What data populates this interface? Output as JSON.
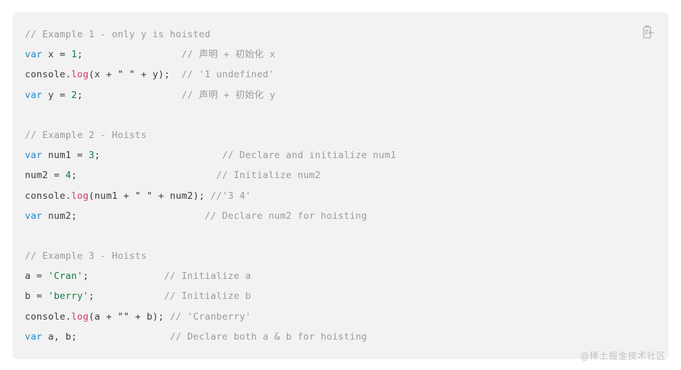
{
  "code_block": {
    "background_color": "#f2f2f2",
    "language": "javascript",
    "copy_button": {
      "icon": "clipboard-copy-icon",
      "label": ""
    },
    "colors": {
      "keyword": "#1e88d0",
      "number": "#0a7d3e",
      "string": "#0a7d3e",
      "method": "#d1395c",
      "comment": "#9a9a9a",
      "plain": "#3a3a3a",
      "background": "#f2f2f2",
      "page": "#ffffff"
    },
    "lines": [
      [
        {
          "t": "// Example 1 - only y is hoisted",
          "c": "comment"
        }
      ],
      [
        {
          "t": "var",
          "c": "keyword"
        },
        {
          "t": " x = ",
          "c": "plain"
        },
        {
          "t": "1",
          "c": "number"
        },
        {
          "t": ";",
          "c": "plain"
        },
        {
          "t": "                 ",
          "c": "plain"
        },
        {
          "t": "// 声明 + 初始化 x",
          "c": "comment"
        }
      ],
      [
        {
          "t": "console.",
          "c": "plain"
        },
        {
          "t": "log",
          "c": "method"
        },
        {
          "t": "(x + ",
          "c": "plain"
        },
        {
          "t": "\" \"",
          "c": "strlit"
        },
        {
          "t": " + y);",
          "c": "plain"
        },
        {
          "t": "  ",
          "c": "plain"
        },
        {
          "t": "// '1 undefined'",
          "c": "comment"
        }
      ],
      [
        {
          "t": "var",
          "c": "keyword"
        },
        {
          "t": " y = ",
          "c": "plain"
        },
        {
          "t": "2",
          "c": "number"
        },
        {
          "t": ";",
          "c": "plain"
        },
        {
          "t": "                 ",
          "c": "plain"
        },
        {
          "t": "// 声明 + 初始化 y",
          "c": "comment"
        }
      ],
      [],
      [
        {
          "t": "// Example 2 - Hoists",
          "c": "comment"
        }
      ],
      [
        {
          "t": "var",
          "c": "keyword"
        },
        {
          "t": " num1 = ",
          "c": "plain"
        },
        {
          "t": "3",
          "c": "number"
        },
        {
          "t": ";",
          "c": "plain"
        },
        {
          "t": "                     ",
          "c": "plain"
        },
        {
          "t": "// Declare and initialize num1",
          "c": "comment"
        }
      ],
      [
        {
          "t": "num2 = ",
          "c": "plain"
        },
        {
          "t": "4",
          "c": "number"
        },
        {
          "t": ";",
          "c": "plain"
        },
        {
          "t": "                        ",
          "c": "plain"
        },
        {
          "t": "// Initialize num2",
          "c": "comment"
        }
      ],
      [
        {
          "t": "console.",
          "c": "plain"
        },
        {
          "t": "log",
          "c": "method"
        },
        {
          "t": "(num1 + ",
          "c": "plain"
        },
        {
          "t": "\" \"",
          "c": "strlit"
        },
        {
          "t": " + num2);",
          "c": "plain"
        },
        {
          "t": " ",
          "c": "plain"
        },
        {
          "t": "//'3 4'",
          "c": "comment"
        }
      ],
      [
        {
          "t": "var",
          "c": "keyword"
        },
        {
          "t": " num2;",
          "c": "plain"
        },
        {
          "t": "                      ",
          "c": "plain"
        },
        {
          "t": "// Declare num2 for hoisting",
          "c": "comment"
        }
      ],
      [],
      [
        {
          "t": "// Example 3 - Hoists",
          "c": "comment"
        }
      ],
      [
        {
          "t": "a = ",
          "c": "plain"
        },
        {
          "t": "'Cran'",
          "c": "string"
        },
        {
          "t": ";",
          "c": "plain"
        },
        {
          "t": "             ",
          "c": "plain"
        },
        {
          "t": "// Initialize a",
          "c": "comment"
        }
      ],
      [
        {
          "t": "b = ",
          "c": "plain"
        },
        {
          "t": "'berry'",
          "c": "string"
        },
        {
          "t": ";",
          "c": "plain"
        },
        {
          "t": "            ",
          "c": "plain"
        },
        {
          "t": "// Initialize b",
          "c": "comment"
        }
      ],
      [
        {
          "t": "console.",
          "c": "plain"
        },
        {
          "t": "log",
          "c": "method"
        },
        {
          "t": "(a + ",
          "c": "plain"
        },
        {
          "t": "\"\"",
          "c": "strlit"
        },
        {
          "t": " + b);",
          "c": "plain"
        },
        {
          "t": " ",
          "c": "plain"
        },
        {
          "t": "// 'Cranberry'",
          "c": "comment"
        }
      ],
      [
        {
          "t": "var",
          "c": "keyword"
        },
        {
          "t": " a, b;",
          "c": "plain"
        },
        {
          "t": "                ",
          "c": "plain"
        },
        {
          "t": "// Declare both a & b for hoisting",
          "c": "comment"
        }
      ]
    ]
  },
  "watermark": {
    "text": "@稀土掘金技术社区"
  }
}
